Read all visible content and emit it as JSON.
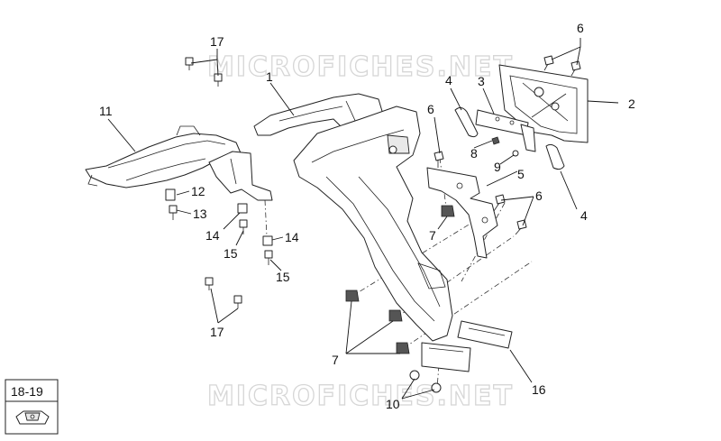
{
  "watermark": {
    "top": "MICROFICHES.NET",
    "bottom": "MICROFICHES.NET"
  },
  "labels": {
    "l1": "1",
    "l2": "2",
    "l3": "3",
    "l4a": "4",
    "l4b": "4",
    "l5": "5",
    "l6a": "6",
    "l6b": "6",
    "l6c": "6",
    "l7a": "7",
    "l7b": "7",
    "l8": "8",
    "l9": "9",
    "l10": "10",
    "l11": "11",
    "l12": "12",
    "l13": "13",
    "l14a": "14",
    "l14b": "14",
    "l15a": "15",
    "l15b": "15",
    "l16": "16",
    "l17a": "17",
    "l17b": "17"
  },
  "inset": {
    "label": "18-19"
  }
}
